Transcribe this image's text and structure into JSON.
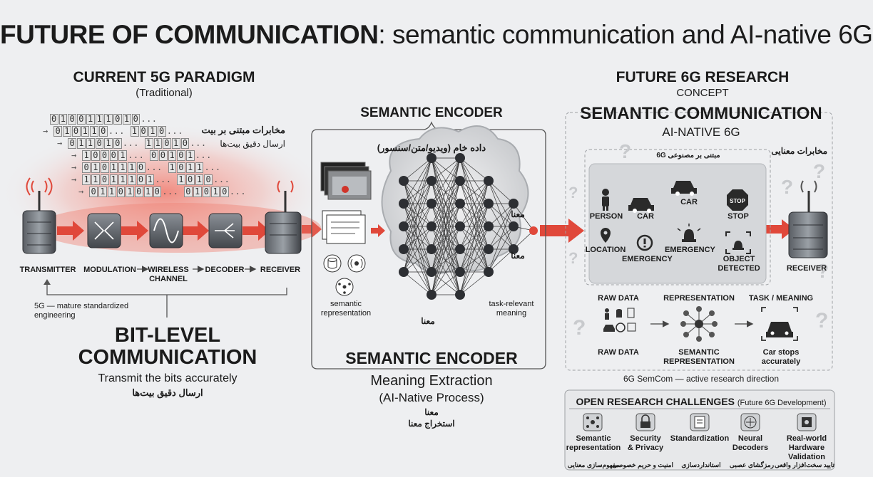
{
  "title": {
    "bold": "FUTURE OF COMMUNICATION",
    "rest": ": semantic communication and AI-native 6G"
  },
  "left": {
    "heading": "CURRENT 5G PARADIGM",
    "subheading": "(Traditional)",
    "fa_line1": "مخابرات مبتنی بر بیت",
    "fa_line2": "ارسال دقیق بیت‌ها",
    "bit_rows": [
      "0 1 0 0 1 1 1 0 1 0 ...",
      "→ 0 1 0 1 1 0 ... 1 0 1 0 ...",
      "→ 0 1 1 0 1 0 ... 1 1 0 1 0 ...",
      "→ 1 0 0 0 1 ... 0 0 1 0 1 ...",
      "→ 0 1 0 1 1 1 0 ... 1 0 1 1 ...",
      "→ 1 1 0 1 1 1 0 1 ... 1 0 1 0 ...",
      "→ 0 1 1 0 1 0 1 0 ... 0 1 0 1 0 ..."
    ],
    "pipeline": [
      "TRANSMITTER",
      "MODULATION",
      "WIRELESS\nCHANNEL",
      "DECODER",
      "RECEIVER"
    ],
    "note": "5G — mature standardized\nengineering",
    "big_heading_1": "BIT-LEVEL",
    "big_heading_2": "COMMUNICATION",
    "tagline": "Transmit the bits accurately",
    "tagline_fa": "ارسال دقیق بیت‌ها"
  },
  "middle": {
    "top_heading": "SEMANTIC ENCODER",
    "fa_input": "داده خام (ویدیو/متن/سنسور)",
    "semantic_representation": "semantic\nrepresentation",
    "fa_mana": "معنا",
    "task_relevant": "task-relevant\nmeaning",
    "out_fa_1": "معنا",
    "out_fa_2": "معنا",
    "bottom_heading": "SEMANTIC ENCODER",
    "bottom_sub1": "Meaning Extraction",
    "bottom_sub2": "(AI-Native Process)",
    "bottom_fa1": "معنا",
    "bottom_fa2": "استخراج معنا"
  },
  "right": {
    "heading": "FUTURE 6G RESEARCH",
    "concept": "CONCEPT",
    "semcom": "SEMANTIC COMMUNICATION",
    "ainative": "AI-NATIVE 6G",
    "fa_semantic": "مخابرات معنایی",
    "fa_ai": "6G مبتنی بر مصنوعی",
    "objects": [
      {
        "label": "PERSON"
      },
      {
        "label": "CAR"
      },
      {
        "label": "CAR"
      },
      {
        "label": "STOP"
      },
      {
        "label": "LOCATION"
      },
      {
        "label": "EMERGENCY"
      },
      {
        "label": "EMERGENCY"
      },
      {
        "label": "OBJECT\nDETECTED"
      }
    ],
    "stop_sign": "STOP",
    "receiver": "RECEIVER",
    "flow_top": [
      "RAW DATA",
      "REPRESENTATION",
      "TASK / MEANING"
    ],
    "flow_bottom": [
      "RAW DATA",
      "SEMANTIC\nREPRESENTATION",
      "Car stops\naccurately"
    ],
    "footer": "6G SemCom — active research direction"
  },
  "challenges": {
    "heading_bold": "OPEN RESEARCH CHALLENGES",
    "heading_rest": "(Future 6G Development)",
    "items": [
      {
        "label": "Semantic\nrepresentation",
        "fa": "مفهوم‌سازی معنایی"
      },
      {
        "label": "Security\n& Privacy",
        "fa": "امنیت و حریم خصوصی"
      },
      {
        "label": "Standardization",
        "fa": "استانداردسازی"
      },
      {
        "label": "Neural\nDecoders",
        "fa": "رمزگشای عصبی"
      },
      {
        "label": "Real-world\nHardware\nValidation",
        "fa": "تایید سخت‌افزار واقعی"
      }
    ]
  },
  "colors": {
    "accent_red": "#e0483a",
    "dark": "#1b1b1b",
    "panel": "#dcdde0"
  }
}
